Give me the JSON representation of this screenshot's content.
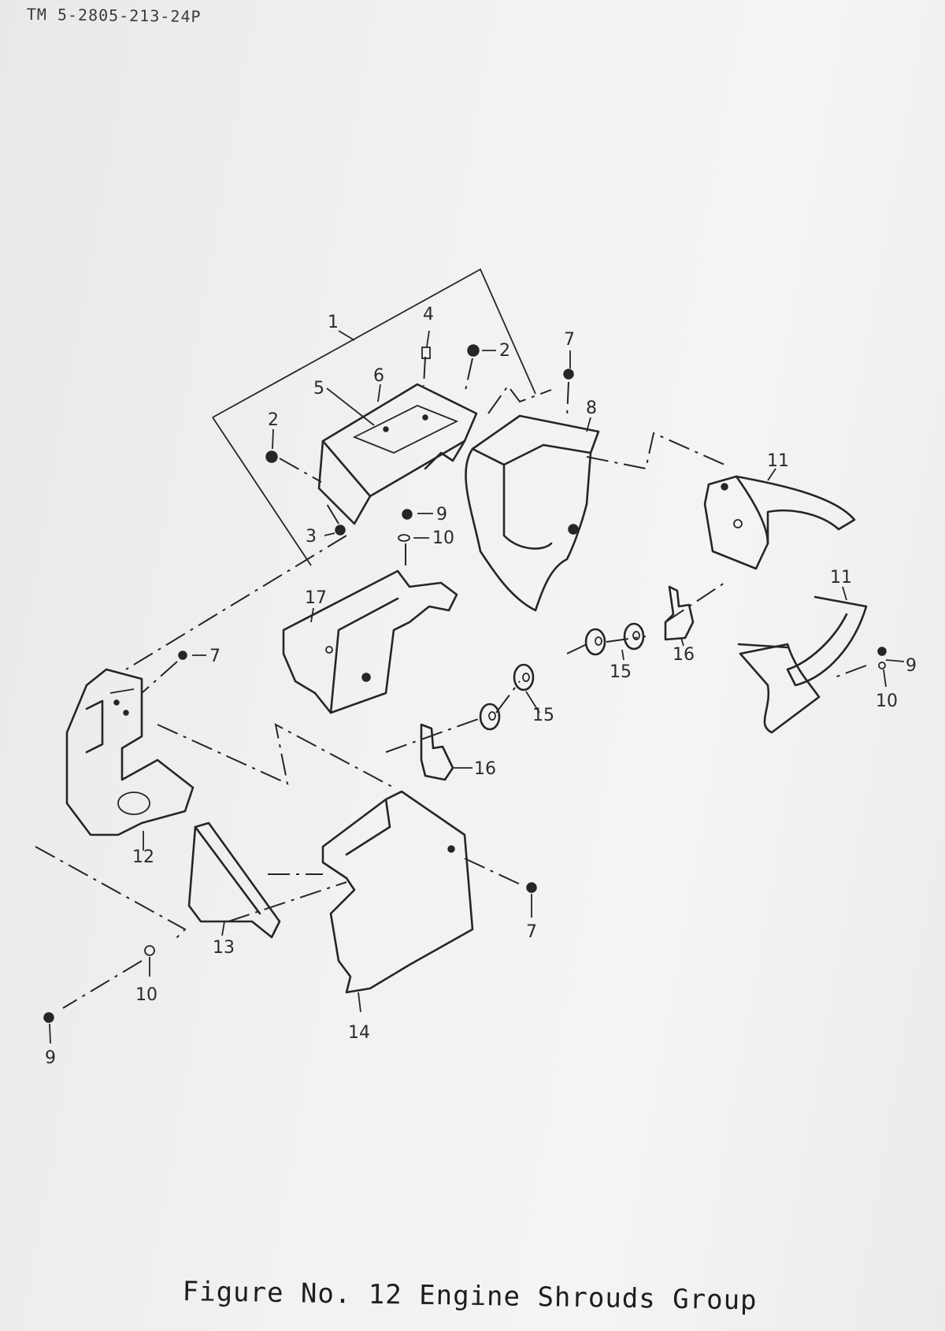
{
  "document": {
    "id": "TM 5-2805-213-24P",
    "caption": "Figure No. 12 Engine Shrouds Group"
  },
  "callouts": [
    "1",
    "2",
    "2",
    "3",
    "4",
    "5",
    "6",
    "7",
    "7",
    "7",
    "8",
    "9",
    "9",
    "9",
    "10",
    "10",
    "10",
    "11",
    "11",
    "12",
    "13",
    "14",
    "15",
    "15",
    "16",
    "16",
    "17"
  ]
}
